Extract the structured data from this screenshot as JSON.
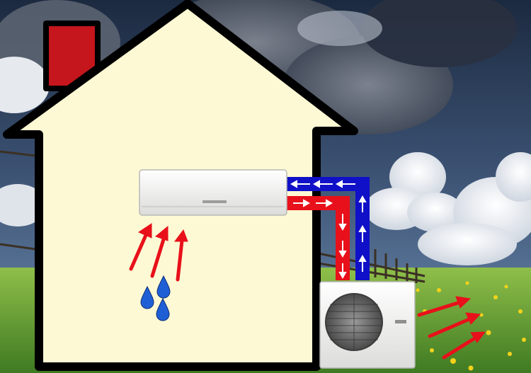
{
  "colors": {
    "house_fill": "#fdf9d4",
    "house_outline": "#000000",
    "chimney": "#c4161c",
    "pipe_cold": "#1010c8",
    "pipe_hot": "#e8101a",
    "arrow_heat": "#e8101a",
    "water_drop": "#1f5fd6",
    "indoor_unit": "#f4f4f2",
    "outdoor_unit": "#eeeeec",
    "fan_grille": "#5a5a5a",
    "grass": "#4f8a2a",
    "sky": "#3b5172"
  },
  "icons": [
    "chimney",
    "indoor-ac-unit",
    "outdoor-ac-unit",
    "fan-grille",
    "water-drop-icon",
    "heat-arrow-icon",
    "flow-arrow-icon",
    "cloud",
    "fence",
    "dandelion"
  ]
}
